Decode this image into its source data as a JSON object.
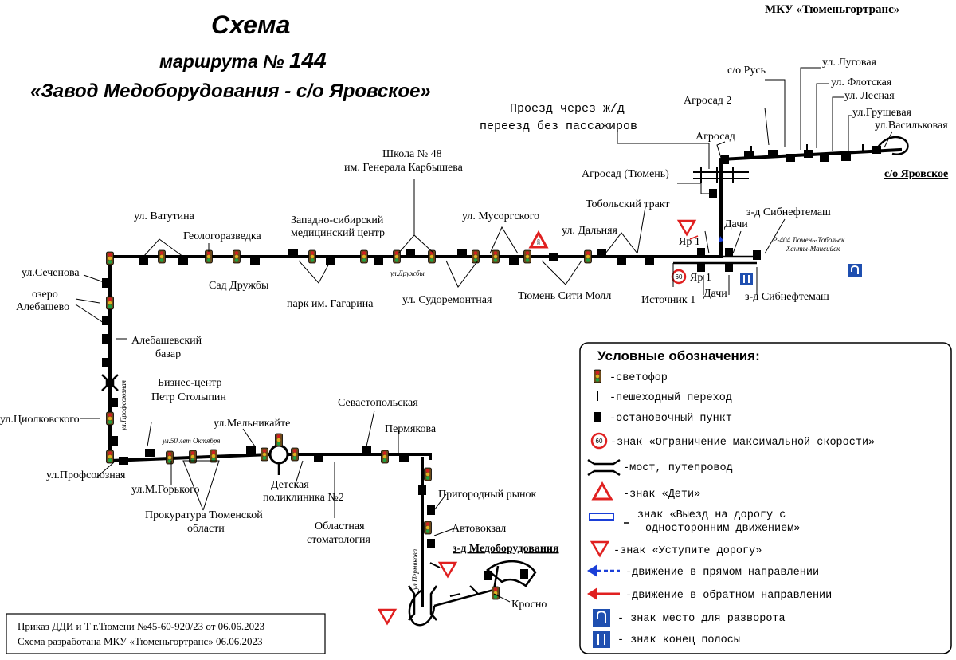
{
  "header": {
    "title_line1": "Схема",
    "title_line2a": "маршрута № ",
    "title_line2b": "144",
    "title_line3": "«Завод Медоборудования - с/о Яровское»",
    "org": "МКУ «Тюменьгортранс»"
  },
  "note_rail": [
    "Проезд через ж/д",
    "переезд без пассажиров"
  ],
  "stops": {
    "sechenova": "ул.Сеченова",
    "ozero1": "озеро",
    "ozero2": "Алебашево",
    "alebazar1": "Алебашевский",
    "alebazar2": "базар",
    "biznes1": "Бизнес-центр",
    "biznes2": "Петр Столыпин",
    "tsiolk": "ул.Циолковского",
    "profs": "ул.Профсоюзная",
    "gorkogo": "ул.М.Горького",
    "prok1": "Прокуратура Тюменской",
    "prok2": "области",
    "melnik": "ул.Мельникайте",
    "detsk1": "Детская",
    "detsk2": "поликлиника №2",
    "stom1": "Областная",
    "stom2": "стоматология",
    "sevast": "Севастопольская",
    "permyak": "Пермякова",
    "prig": "Пригородный рынок",
    "avtovok": "Автовокзал",
    "zmed": "з-д Медоборудования",
    "krosno": "Кросно",
    "vatutina": "ул. Ватутина",
    "geolog": "Геологоразведка",
    "sad": "Сад Дружбы",
    "zsmc1": "Западно-сибирский",
    "zsmc2": "медицинский центр",
    "gagarin": "парк им. Гагарина",
    "shkola1": "Школа № 48",
    "shkola2": "им. Генерала Карбышева",
    "musorg": "ул. Мусоргского",
    "sudorem": "ул. Судоремонтная",
    "citymall": "Тюмень Сити Молл",
    "dalnyaya": "ул. Дальняя",
    "tobolsk": "Тобольский тракт",
    "istochnik": "Источник 1",
    "agrosad_tyumen": "Агросад (Тюмень)",
    "agrosad": "Агросад",
    "agrosad2": "Агросад 2",
    "rus": "с/о Русь",
    "lugovaya": "ул. Луговая",
    "flotskaya": "ул. Флотская",
    "lesnaya": "ул. Лесная",
    "grushevaya": "ул.Грушевая",
    "vasilkovaya": "ул.Васильковая",
    "yarovskoe": "с/о Яровское",
    "yar1_top": "Яр 1",
    "yar1_bot": "Яр 1",
    "dachi_top": "Дачи",
    "dachi_bot": "Дачи",
    "sibneft_top": "з-д Сибнефтемаш",
    "sibneft_bot": "з-д Сибнефтемаш"
  },
  "streets": {
    "profsoyuznaya_v": "ул.Профсоюзная",
    "oktyabrya": "ул.50 лет Октября",
    "druzhby": "ул.Дружбы",
    "permyakova_v": "ул.Пермякова",
    "r404a": "Р-404 Тюмень-Тобольск",
    "r404b": "– Ханты-Мансийск"
  },
  "speed_sign": "60",
  "legend": {
    "title": "Условные обозначения:",
    "items": [
      "-светофор",
      "-пешеходный переход",
      "-остановочный пункт",
      "-знак «Ограничение максимальной скорости»",
      "-мост, путепровод",
      "-знак «Дети»",
      "знак «Выезд на дорогу с",
      "односторонним движением»",
      "-знак «Уступите дорогу»",
      "-движение в прямом направлении",
      "-движение в обратном направлении",
      "- знак место для разворота",
      "- знак конец полосы"
    ]
  },
  "footer": {
    "line1": "Приказ ДДИ и Т г.Тюмени №45-60-920/23 от 06.06.2023",
    "line2": "Схема разработана МКУ «Тюменьгортранс» 06.06.2023"
  },
  "colors": {
    "line": "#000000",
    "red": "#e02020",
    "blue": "#1a3fd8",
    "sign_blue": "#1f4fb0"
  }
}
